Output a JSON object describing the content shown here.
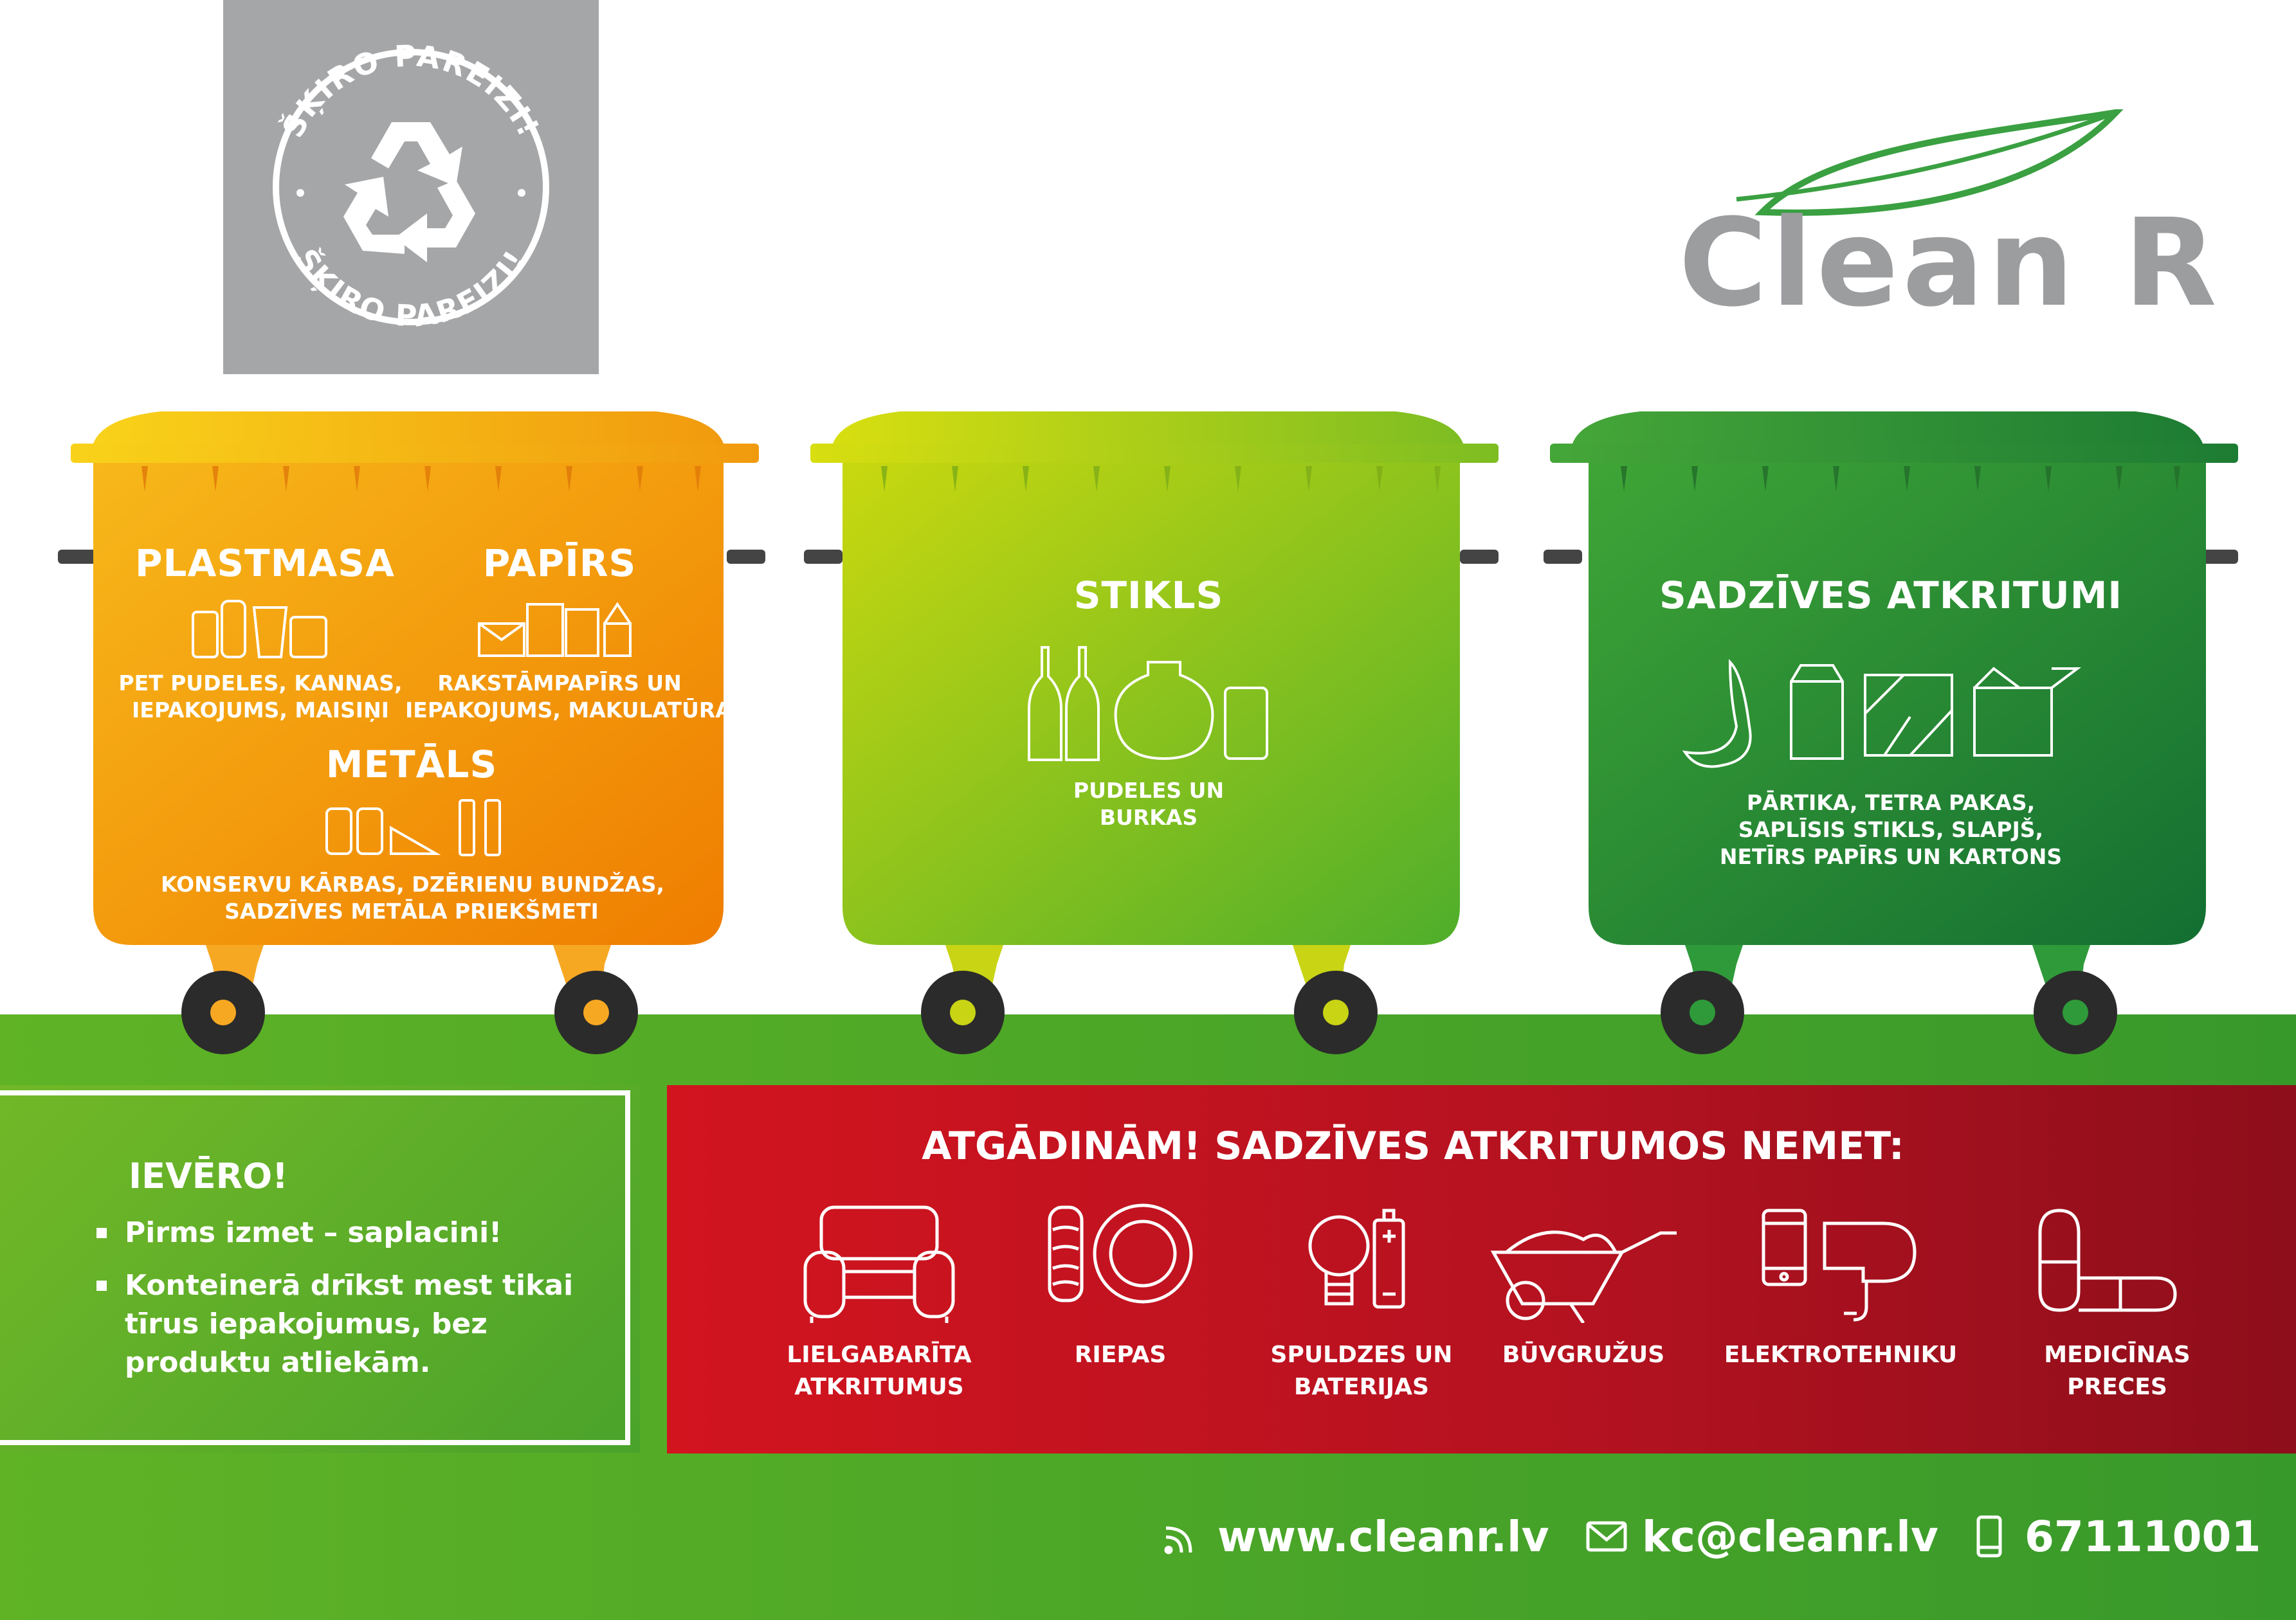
{
  "badge": {
    "ring_text_top": "ŠĶIRO PAREIZI!",
    "ring_text_bottom": "ŠĶIRO PAREIZI!"
  },
  "brand": {
    "name": "Clean R"
  },
  "colors": {
    "orange": "#f39a0e",
    "lime": "#8cc21e",
    "green": "#2e8f35",
    "red": "#c3121f",
    "grey": "#a5a6a8"
  },
  "bins": [
    {
      "sections": [
        {
          "title": "PLASTMASA",
          "icon": "plastic-icons",
          "desc": [
            "PET PUDELES, KANNAS,",
            "IEPAKOJUMS, MAISIŅI"
          ]
        },
        {
          "title": "PAPĪRS",
          "icon": "paper-icons",
          "desc": [
            "RAKSTĀMPAPĪRS UN",
            "IEPAKOJUMS, MAKULATŪRA"
          ]
        },
        {
          "title": "METĀLS",
          "icon": "metal-icons",
          "desc": [
            "KONSERVU KĀRBAS, DZĒRIENU BUNDŽAS,",
            "SADZĪVES METĀLA PRIEKŠMETI"
          ]
        }
      ]
    },
    {
      "sections": [
        {
          "title": "STIKLS",
          "icon": "glass-icons",
          "desc": [
            "PUDELES UN",
            "BURKAS"
          ]
        }
      ]
    },
    {
      "sections": [
        {
          "title": "SADZĪVES ATKRITUMI",
          "icon": "household-icons",
          "desc": [
            "PĀRTIKA, TETRA PAKAS,",
            "SAPLĪSIS STIKLS, SLAPJŠ,",
            "NETĪRS PAPĪRS UN KARTONS"
          ]
        }
      ]
    }
  ],
  "note": {
    "title": "IEVĒRO!",
    "bullets": [
      [
        "Pirms izmet – saplacini!"
      ],
      [
        "Konteinerā drīkst mest tikai",
        "tīrus iepakojumus, bez",
        "produktu atliekām."
      ]
    ]
  },
  "warning": {
    "title": "ATGĀDINĀM! SADZĪVES ATKRITUMOS NEMET:",
    "items": [
      {
        "icon": "sofa-icon",
        "label": [
          "LIELGABARĪTA",
          "ATKRITUMUS"
        ]
      },
      {
        "icon": "tire-icon",
        "label": [
          "RIEPAS"
        ]
      },
      {
        "icon": "bulb-battery-icon",
        "label": [
          "SPULDZES UN",
          "BATERIJAS"
        ]
      },
      {
        "icon": "wheelbarrow-icon",
        "label": [
          "BŪVGRUŽUS"
        ]
      },
      {
        "icon": "phone-dryer-icon",
        "label": [
          "ELEKTROTEHNIKU"
        ]
      },
      {
        "icon": "pill-icon",
        "label": [
          "MEDICĪNAS",
          "PRECES"
        ]
      }
    ]
  },
  "contacts": {
    "web": "www.cleanr.lv",
    "email": "kc@cleanr.lv",
    "phone": "67111001"
  }
}
